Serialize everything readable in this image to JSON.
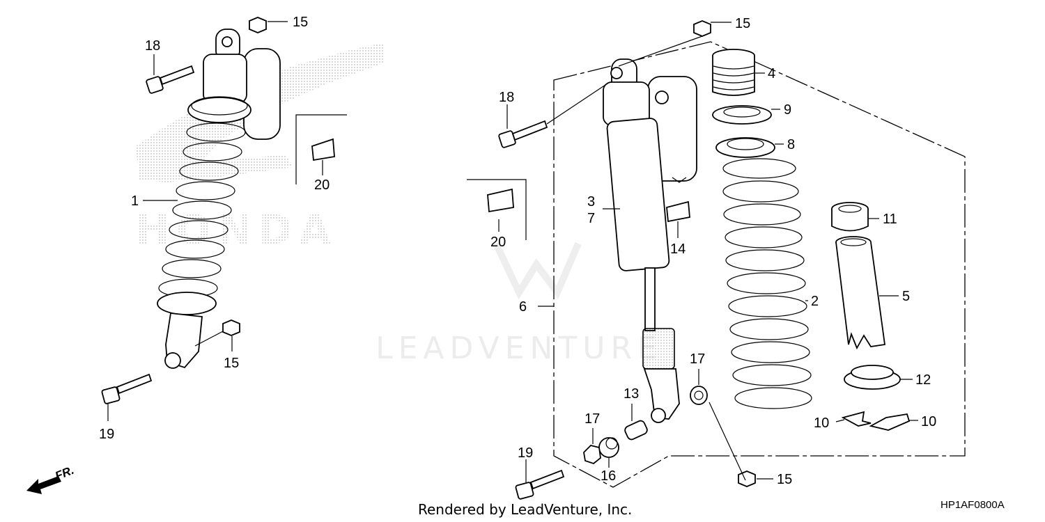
{
  "diagram": {
    "callouts": {
      "left_15_top": "15",
      "left_18": "18",
      "left_20": "20",
      "left_1": "1",
      "left_15_bottom": "15",
      "left_19": "19",
      "right_15_top": "15",
      "right_4": "4",
      "right_9": "9",
      "right_8": "8",
      "right_18": "18",
      "right_3": "3",
      "right_7": "7",
      "right_20": "20",
      "right_14": "14",
      "right_11": "11",
      "right_2": "2",
      "right_5": "5",
      "right_6": "6",
      "right_17_top": "17",
      "right_13": "13",
      "right_12": "12",
      "right_17_bottom": "17",
      "right_16": "16",
      "right_10_left": "10",
      "right_10_right": "10",
      "right_19": "19",
      "right_15_bottom": "15"
    },
    "direction_label": "FR.",
    "watermark_text": "LEADVENTURE",
    "background_logo_text": "HONDA",
    "footer": {
      "rendered_by": "Rendered by LeadVenture, Inc.",
      "diagram_code": "HP1AF0800A"
    }
  },
  "colors": {
    "line": "#000000",
    "watermark": "#ececec",
    "stipple": "#9a9a9a"
  }
}
